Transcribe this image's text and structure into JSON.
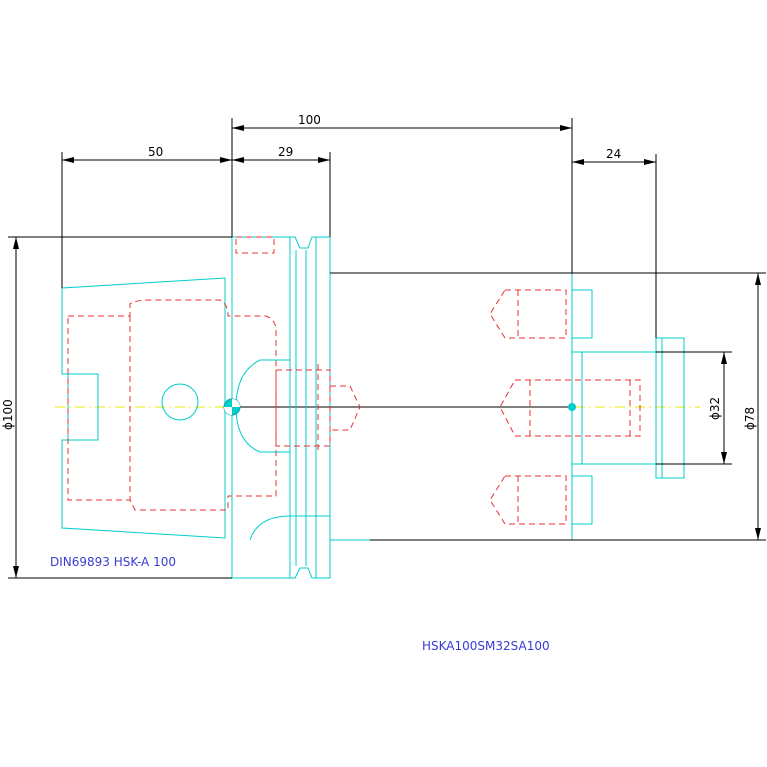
{
  "dimensions": {
    "d100": "100",
    "d50": "50",
    "d29": "29",
    "d24": "24",
    "phi100": "ϕ100",
    "phi32": "ϕ32",
    "phi78": "ϕ78"
  },
  "labels": {
    "standard": "DIN69893 HSK-A 100",
    "part_number": "HSKA100SM32SA100"
  },
  "colors": {
    "outline": "#00cccc",
    "hidden": "#e83030",
    "dimension": "#000000",
    "centerline": "#e8e800",
    "label": "#3a3ad6"
  }
}
